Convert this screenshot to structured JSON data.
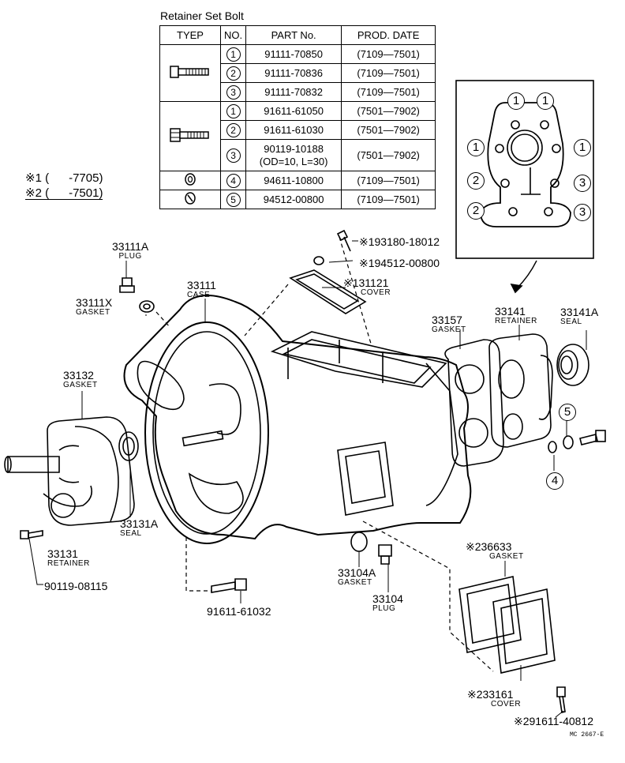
{
  "table": {
    "title": "Retainer Set Bolt",
    "headers": [
      "TYEP",
      "NO.",
      "PART No.",
      "PROD. DATE"
    ],
    "rows": [
      {
        "no": "1",
        "part": "91111-70850",
        "date": "(7109—7501)"
      },
      {
        "no": "2",
        "part": "91111-70836",
        "date": "(7109—7501)"
      },
      {
        "no": "3",
        "part": "91111-70832",
        "date": "(7109—7501)"
      },
      {
        "no": "1",
        "part": "91611-61050",
        "date": "(7501—7902)"
      },
      {
        "no": "2",
        "part": "91611-61030",
        "date": "(7501—7902)"
      },
      {
        "no": "3",
        "part": "90119-10188",
        "part2": "(OD=10, L=30)",
        "date": "(7501—7902)"
      },
      {
        "no": "4",
        "part": "94611-10800",
        "date": "(7109—7501)"
      },
      {
        "no": "5",
        "part": "94512-00800",
        "date": "(7109—7501)"
      }
    ]
  },
  "notes": [
    {
      "mark": "※1",
      "range": "(      -7705)"
    },
    {
      "mark": "※2",
      "range": "(      -7501)"
    }
  ],
  "labels": {
    "plug_33111a": {
      "num": "33111A",
      "name": "PLUG"
    },
    "case_33111": {
      "num": "33111",
      "name": "CASE"
    },
    "gasket_33111x": {
      "num": "33111X",
      "name": "GASKET"
    },
    "bolt_93180": "※193180-18012",
    "washer_94512": "※194512-00800",
    "cover_31121": {
      "num": "※131121",
      "name": "COVER"
    },
    "gasket_33157": {
      "num": "33157",
      "name": "GASKET"
    },
    "retainer_33141": {
      "num": "33141",
      "name": "RETAINER"
    },
    "seal_33141a": {
      "num": "33141A",
      "name": "SEAL"
    },
    "gasket_33132": {
      "num": "33132",
      "name": "GASKET"
    },
    "seal_33131a": {
      "num": "33131A",
      "name": "SEAL"
    },
    "retainer_33131": {
      "num": "33131",
      "name": "RETAINER"
    },
    "bolt_90119": "90119-08115",
    "bolt_91611": "91611-61032",
    "gasket_33104a": {
      "num": "33104A",
      "name": "GASKET"
    },
    "plug_33104": {
      "num": "33104",
      "name": "PLUG"
    },
    "gasket_36633": {
      "num": "※236633",
      "name": "GASKET"
    },
    "cover_33161": {
      "num": "※233161",
      "name": "COVER"
    },
    "bolt_91611_40812": "※291611-40812",
    "callout_4": "4",
    "callout_5": "5",
    "code": "MC 2667-E"
  },
  "detail_callouts": [
    "1",
    "1",
    "1",
    "1",
    "2",
    "3",
    "2",
    "3"
  ]
}
